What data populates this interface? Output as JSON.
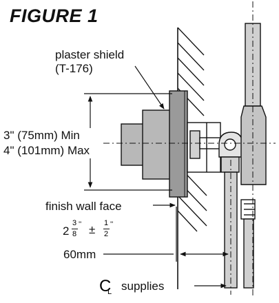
{
  "figure": {
    "title": "FIGURE 1",
    "plaster_shield_label": "plaster shield",
    "plaster_shield_part": "(T-176)",
    "min_dimension": "3\" (75mm) Min",
    "max_dimension": "4\" (101mm) Max",
    "finish_wall_label": "finish wall face",
    "offset_whole": "2",
    "offset_frac_num": "3",
    "offset_frac_den": "8",
    "offset_tol_num": "1",
    "offset_tol_den": "2",
    "offset_mm": "60mm",
    "centerline_c": "C",
    "centerline_l": "L",
    "supplies_label": "supplies",
    "line_color": "#111111",
    "valve_fill": "#b8b8b8",
    "shield_fill": "#9a9a9a"
  }
}
